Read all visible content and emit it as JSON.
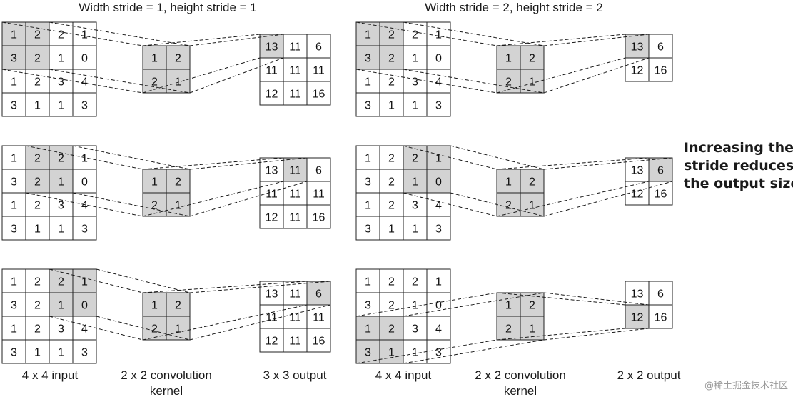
{
  "titles": {
    "left": "Width stride = 1, height stride = 1",
    "right": "Width stride = 2, height stride = 2"
  },
  "labels": {
    "input": "4 x 4 input",
    "kernel_line1": "2 x 2 convolution",
    "kernel_line2": "kernel",
    "output_left": "3 x 3 output",
    "output_right": "2 x 2 output"
  },
  "note_lines": [
    "Increasing the",
    "stride reduces",
    "the output size."
  ],
  "watermark": "@稀土掘金技术社区",
  "colors": {
    "highlight": "#d3d3d3",
    "stroke": "#222222"
  },
  "input_matrix": [
    [
      1,
      2,
      2,
      1
    ],
    [
      3,
      2,
      1,
      0
    ],
    [
      1,
      2,
      3,
      4
    ],
    [
      3,
      1,
      1,
      3
    ]
  ],
  "kernel_matrix": [
    [
      1,
      2
    ],
    [
      2,
      1
    ]
  ],
  "output_stride1": [
    [
      13,
      11,
      6
    ],
    [
      11,
      11,
      11
    ],
    [
      12,
      11,
      16
    ]
  ],
  "output_stride2": [
    [
      13,
      6
    ],
    [
      12,
      16
    ]
  ],
  "examples": [
    {
      "stride": 1,
      "window": [
        0,
        0
      ],
      "output_cell": [
        0,
        0
      ]
    },
    {
      "stride": 1,
      "window": [
        0,
        1
      ],
      "output_cell": [
        0,
        1
      ]
    },
    {
      "stride": 1,
      "window": [
        0,
        2
      ],
      "output_cell": [
        0,
        2
      ]
    },
    {
      "stride": 2,
      "window": [
        0,
        0
      ],
      "output_cell": [
        0,
        0
      ]
    },
    {
      "stride": 2,
      "window": [
        0,
        2
      ],
      "output_cell": [
        0,
        1
      ]
    },
    {
      "stride": 2,
      "window": [
        2,
        0
      ],
      "output_cell": [
        1,
        0
      ]
    }
  ]
}
